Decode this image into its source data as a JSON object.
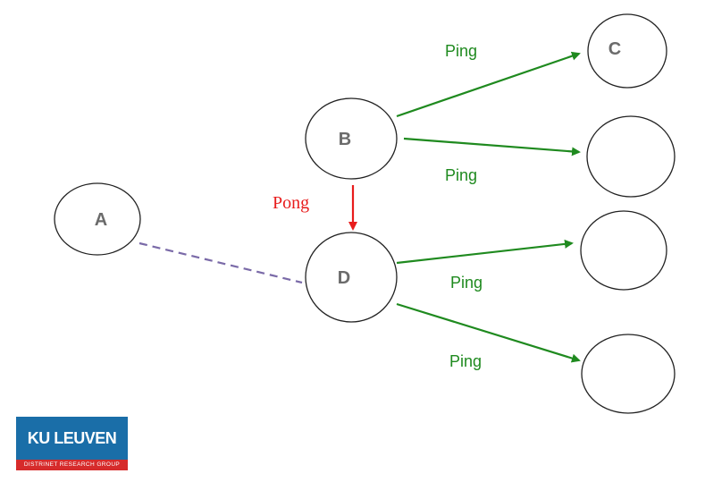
{
  "nodes": {
    "a": "A",
    "b": "B",
    "c": "C",
    "d": "D"
  },
  "messages": {
    "ping_b_to_c": "Ping",
    "ping_b_to_e": "Ping",
    "ping_d_to_f": "Ping",
    "ping_d_to_g": "Ping",
    "pong_b_to_d": "Pong"
  },
  "logo": {
    "name": "KU LEUVEN",
    "group": "DISTRINET RESEARCH GROUP"
  },
  "colors": {
    "ping_arrow": "#1f8a1f",
    "pong_arrow": "#e81c1c",
    "dashed_link": "#7a6aa8",
    "node_border": "#222222",
    "logo_blue": "#1a6ea8",
    "logo_red": "#d62b2b"
  }
}
